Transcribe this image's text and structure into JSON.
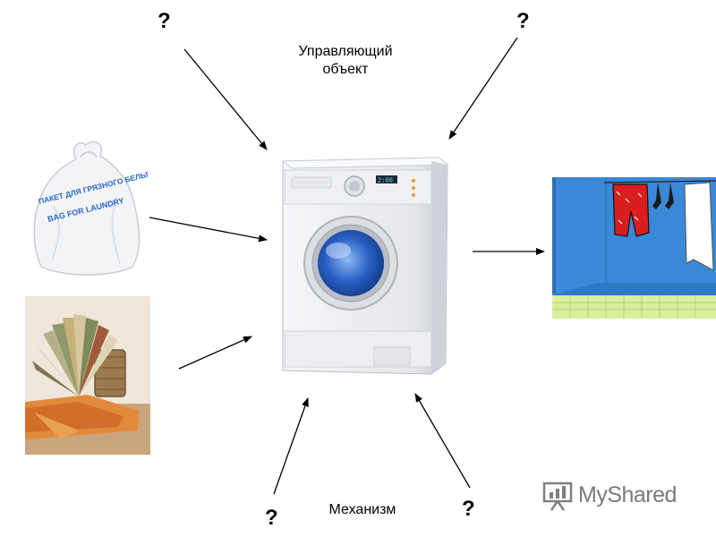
{
  "diagram": {
    "question_mark": "?",
    "control_label_line1": "Управляющий",
    "control_label_line2": "объект",
    "mechanism_label": "Механизм"
  },
  "pictures": {
    "bag_text_line1": "ПАКЕТ ДЛЯ ГРЯЗНОГО БЕЛЬЯ",
    "bag_text_line2": "BAG FOR LAUNDRY",
    "washer_display": "2:00"
  },
  "watermark": {
    "brand": "MyShared"
  },
  "colors": {
    "arrow": "#000000",
    "washer_body": "#e6e8eb",
    "drum_blue": "#2a5fc4",
    "laundry_wall": "#3a88d8",
    "shorts_red": "#d81e1e"
  }
}
